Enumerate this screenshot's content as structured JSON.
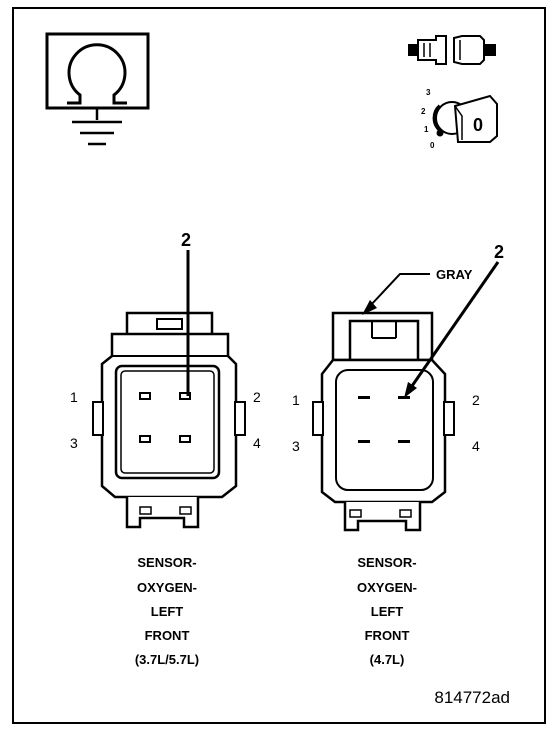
{
  "figure_id": "814772ad",
  "ignition_icon": {
    "positions": [
      "3",
      "2",
      "1",
      "0"
    ],
    "key_label": "0"
  },
  "left_connector": {
    "callout": "2",
    "pins": {
      "p1": "1",
      "p2": "2",
      "p3": "3",
      "p4": "4"
    },
    "caption": [
      "SENSOR-",
      "OXYGEN-",
      "LEFT",
      "FRONT",
      "(3.7L/5.7L)"
    ]
  },
  "right_connector": {
    "callout": "2",
    "color_callout": "GRAY",
    "pins": {
      "p1": "1",
      "p2": "2",
      "p3": "3",
      "p4": "4"
    },
    "caption": [
      "SENSOR-",
      "OXYGEN-",
      "LEFT",
      "FRONT",
      "(4.7L)"
    ]
  }
}
